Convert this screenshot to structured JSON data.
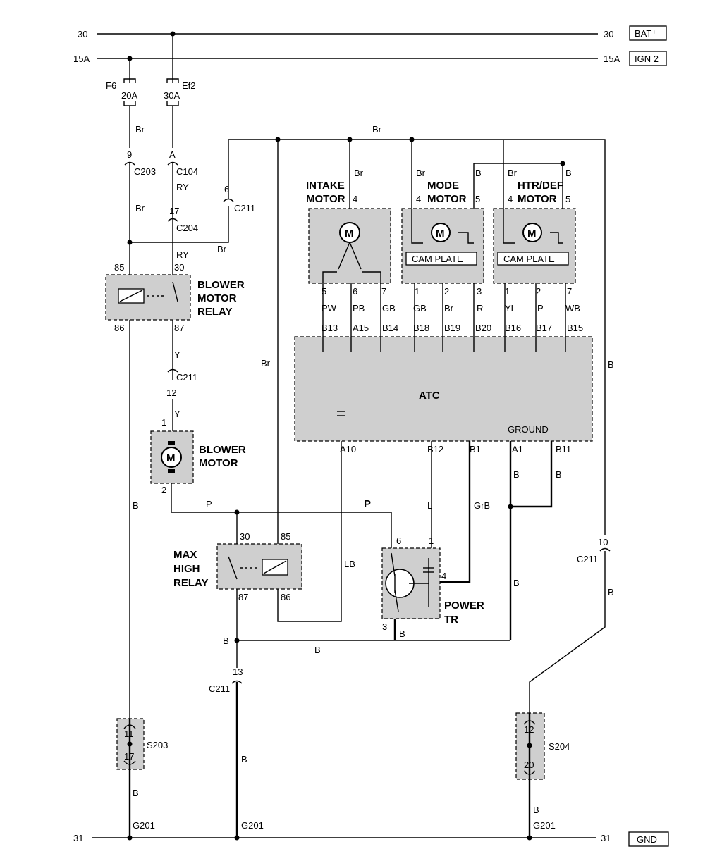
{
  "rails": {
    "bat_num": "30",
    "bat_label": "BAT⁺",
    "ign_num": "15A",
    "ign_label": "IGN 2",
    "gnd_num": "31",
    "gnd_label": "GND"
  },
  "fuses": {
    "f6_name": "F6",
    "f6_rating": "20A",
    "ef2_name": "Ef2",
    "ef2_rating": "30A"
  },
  "wire_colors": {
    "br": "Br",
    "ry": "RY",
    "y": "Y",
    "b": "B",
    "p": "P",
    "l": "L",
    "grb": "GrB",
    "lb": "LB",
    "pw": "PW",
    "pb": "PB",
    "gb": "GB",
    "r": "R",
    "yl": "YL",
    "wb": "WB"
  },
  "connectors": {
    "c203": "C203",
    "c104": "C104",
    "c204": "C204",
    "c211": "C211",
    "s203": "S203",
    "s204": "S204",
    "g201": "G201"
  },
  "pins": {
    "p1": "1",
    "p2": "2",
    "p3": "3",
    "p4": "4",
    "p5": "5",
    "p6": "6",
    "p7": "7",
    "p9": "9",
    "p10": "10",
    "p11": "11",
    "p12": "12",
    "p13": "13",
    "p17": "17",
    "p20": "20",
    "p30": "30",
    "p85": "85",
    "p86": "86",
    "p87": "87",
    "pa": "A",
    "b13": "B13",
    "a15": "A15",
    "b14": "B14",
    "b18": "B18",
    "b19": "B19",
    "b20": "B20",
    "b16": "B16",
    "b17": "B17",
    "b15": "B15",
    "a10": "A10",
    "b12": "B12",
    "b1": "B1",
    "a1": "A1",
    "b11": "B11"
  },
  "components": {
    "blower_relay": [
      "BLOWER",
      "MOTOR",
      "RELAY"
    ],
    "blower_motor": [
      "BLOWER",
      "MOTOR"
    ],
    "max_high_relay": [
      "MAX",
      "HIGH",
      "RELAY"
    ],
    "power_tr": [
      "POWER",
      "TR"
    ],
    "intake_motor": [
      "INTAKE",
      "MOTOR"
    ],
    "mode_motor": [
      "MODE",
      "MOTOR"
    ],
    "htr_def_motor": [
      "HTR/DEF",
      "MOTOR"
    ],
    "cam_plate": "CAM PLATE",
    "motor_symbol": "M",
    "atc": "ATC",
    "ground": "GROUND"
  }
}
